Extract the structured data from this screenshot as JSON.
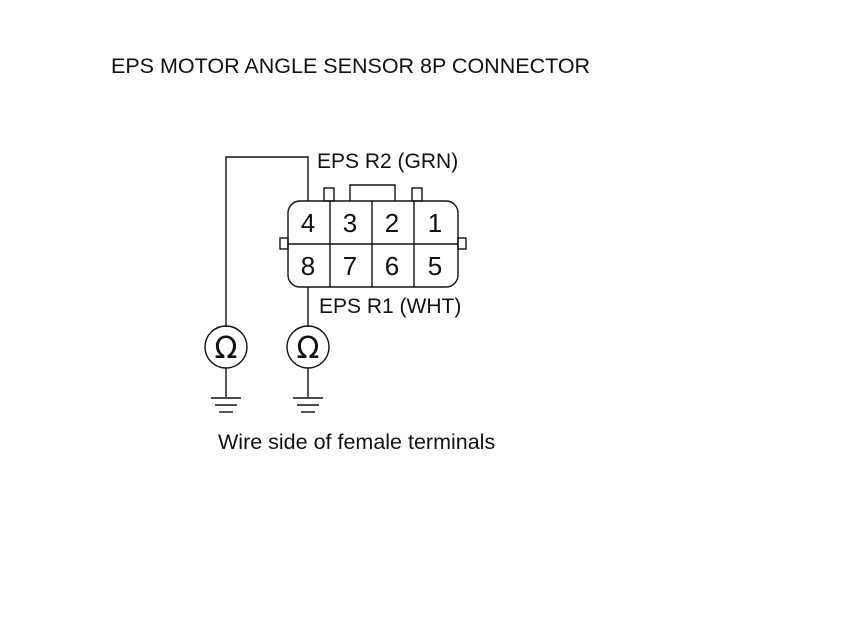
{
  "title": "EPS MOTOR ANGLE SENSOR 8P CONNECTOR",
  "connector": {
    "top_row": [
      "4",
      "3",
      "2",
      "1"
    ],
    "bottom_row": [
      "8",
      "7",
      "6",
      "5"
    ]
  },
  "labels": {
    "pin4": "EPS R2 (GRN)",
    "pin8": "EPS R1 (WHT)"
  },
  "meter_symbol": "Ω",
  "caption": "Wire side of female terminals",
  "icons": [
    "ohmmeter-icon",
    "ground-icon"
  ]
}
